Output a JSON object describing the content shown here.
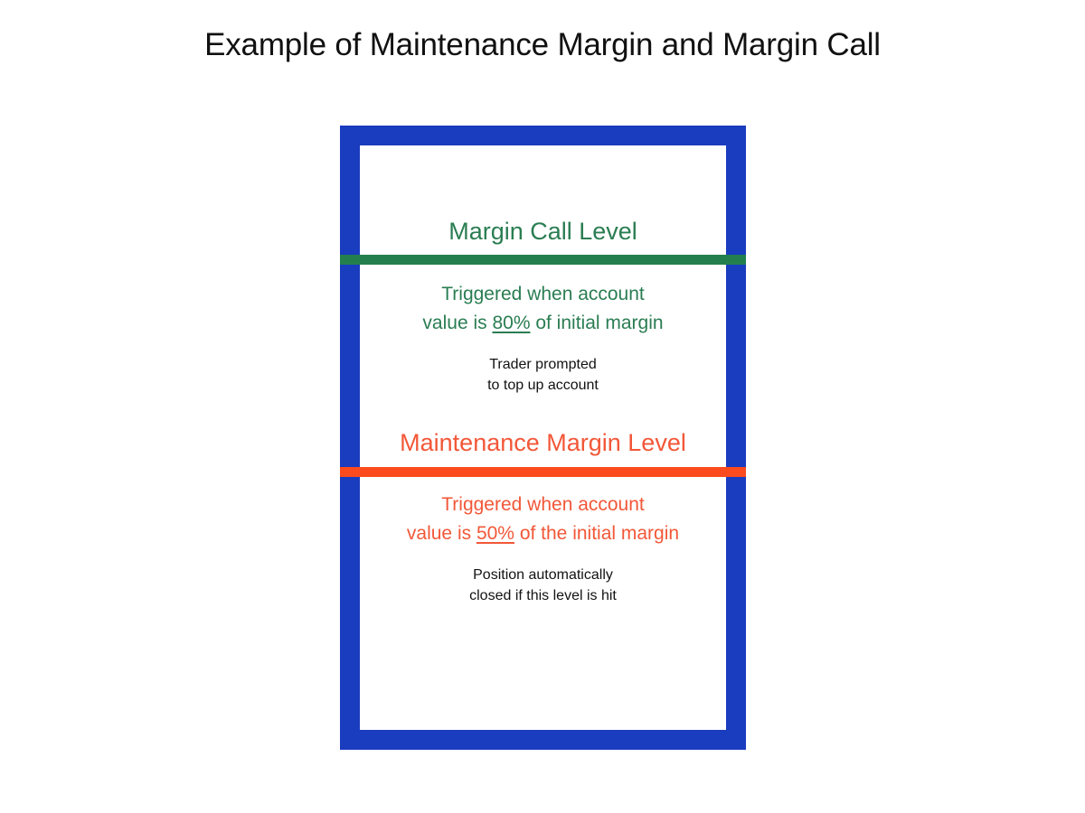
{
  "title": "Example of Maintenance Margin and Margin Call",
  "colors": {
    "frame_blue": "#1a3cbe",
    "margin_call_green": "#23804e",
    "margin_call_text_green": "#2a7d52",
    "maintenance_margin_orange": "#fa4a1e",
    "maintenance_margin_text_orange": "#f25738",
    "note_black": "#121212",
    "background": "#ffffff"
  },
  "diagram": {
    "margin_call": {
      "heading": "Margin Call Level",
      "description_line_1": "Triggered when account",
      "description_line_2_before": "value is ",
      "description_percent": "80%",
      "description_line_2_after": " of initial margin",
      "note_line_1": "Trader prompted",
      "note_line_2": "to top up account"
    },
    "maintenance_margin": {
      "heading": "Maintenance Margin Level",
      "description_line_1": "Triggered when account",
      "description_line_2_before": "value is ",
      "description_percent": "50%",
      "description_line_2_after": " of the initial margin",
      "note_line_1": "Position automatically",
      "note_line_2": "closed if this level is hit"
    }
  }
}
